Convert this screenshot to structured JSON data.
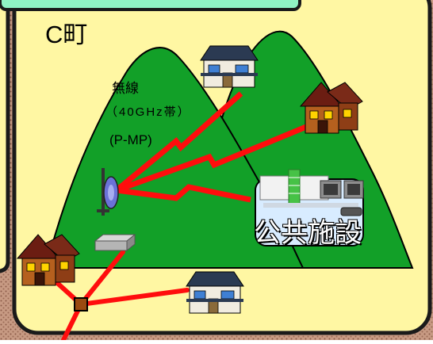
{
  "town_label": "C町",
  "wireless": {
    "line1": "無線",
    "line2": "（40GHz帯）",
    "line3": "(P-MP)"
  },
  "facility_label": "公共施設",
  "colors": {
    "background": "#fff7a3",
    "frame": "#1a1a1a",
    "mountain": "#12a028",
    "link": "#ff0d0d",
    "header_bar": "#8ff2c4",
    "pattern": "#b0826a"
  },
  "icons": [
    "house-icon",
    "antenna-icon",
    "router-icon",
    "junction-node-icon",
    "public-facility-building-icon",
    "computer-icon"
  ]
}
